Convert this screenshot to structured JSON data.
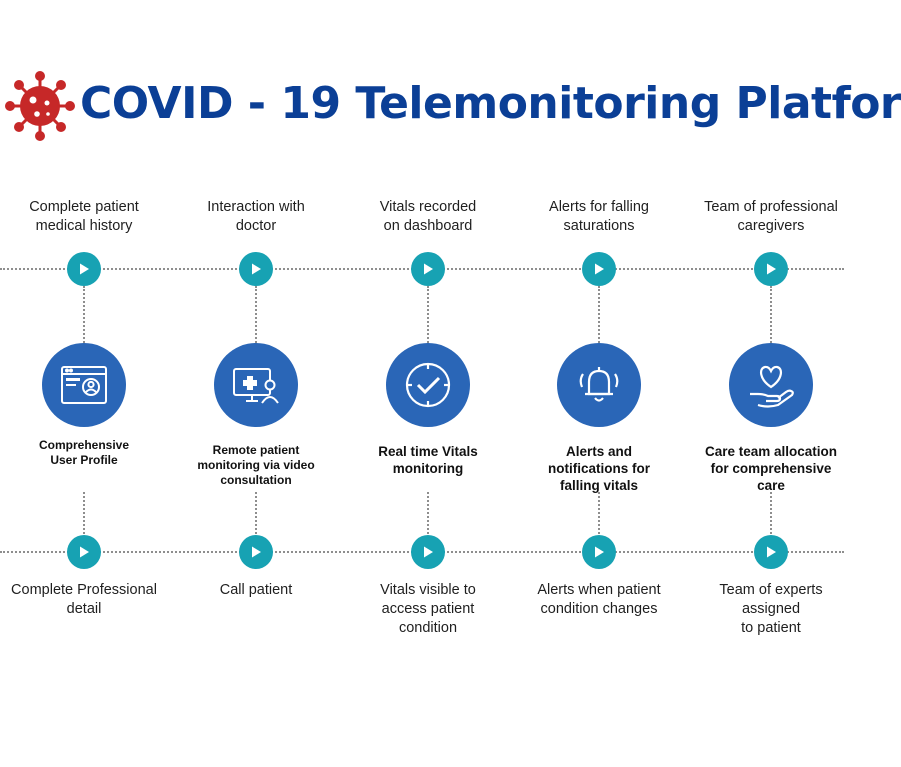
{
  "title": "COVID - 19 Telemonitoring Platfor",
  "icons": {
    "logo": "virus-icon",
    "marker": "play-icon",
    "column_icons": [
      "user-profile-icon",
      "video-consultation-icon",
      "clock-check-icon",
      "bell-icon",
      "heart-hand-icon"
    ]
  },
  "colors": {
    "title": "#0b3f96",
    "virus": "#c62828",
    "marker": "#17a2b3",
    "feature_circle": "#2a66b7"
  },
  "columns": [
    {
      "top": [
        "Complete patient",
        "medical history"
      ],
      "feature": [
        "Comprehensive",
        "User Profile"
      ],
      "bottom": [
        "Complete Professional",
        "detail"
      ]
    },
    {
      "top": [
        "Interaction with",
        "doctor"
      ],
      "feature": [
        "Remote patient",
        "monitoring via video",
        "consultation"
      ],
      "bottom": [
        "Call patient"
      ]
    },
    {
      "top": [
        "Vitals recorded",
        "on dashboard"
      ],
      "feature": [
        "Real time Vitals",
        "monitoring"
      ],
      "bottom": [
        "Vitals visible to",
        "access patient",
        "condition"
      ]
    },
    {
      "top": [
        "Alerts for falling",
        "saturations"
      ],
      "feature": [
        "Alerts and",
        "notifications for",
        "falling vitals"
      ],
      "bottom": [
        "Alerts when patient",
        "condition changes"
      ]
    },
    {
      "top": [
        "Team of professional",
        "caregivers"
      ],
      "feature": [
        "Care team allocation",
        "for comprehensive",
        "care"
      ],
      "bottom": [
        "Team of experts",
        "assigned",
        "to patient"
      ]
    }
  ]
}
